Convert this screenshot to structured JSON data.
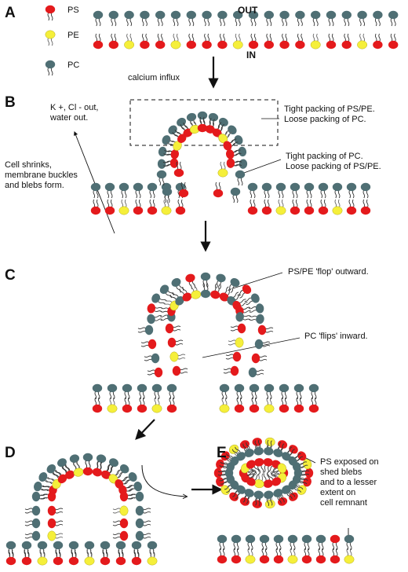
{
  "colors": {
    "PS": "#e41a1c",
    "PE": "#f5ef3a",
    "PC": "#4f6f74",
    "tail": "#333333"
  },
  "legend": [
    {
      "key": "PS",
      "label": "PS",
      "icon": "ps-lipid-icon"
    },
    {
      "key": "PE",
      "label": "PE",
      "icon": "pe-lipid-icon"
    },
    {
      "key": "PC",
      "label": "PC",
      "icon": "pc-lipid-icon"
    }
  ],
  "panels": {
    "A": "A",
    "B": "B",
    "C": "C",
    "D": "D",
    "E": "E"
  },
  "membrane_sides": {
    "out": "OUT",
    "in": "IN"
  },
  "labels": {
    "calcium_influx": "calcium influx",
    "ion_efflux": "K +, Cl - out,\nwater out.",
    "cell_shrinks": "Cell shrinks,\nmembrane buckles\nand blebs form.",
    "tight_ps_pe": "Tight packing of PS/PE.\nLoose packing of PC.",
    "tight_pc": "Tight packing of PC.\nLoose packing of PS/PE.",
    "ps_pe_flop": "PS/PE 'flop' outward.",
    "pc_flips": "PC 'flips' inward.",
    "ps_exposed": "PS exposed on\nshed blebs\nand to a lesser\nextent on\ncell remnant"
  }
}
